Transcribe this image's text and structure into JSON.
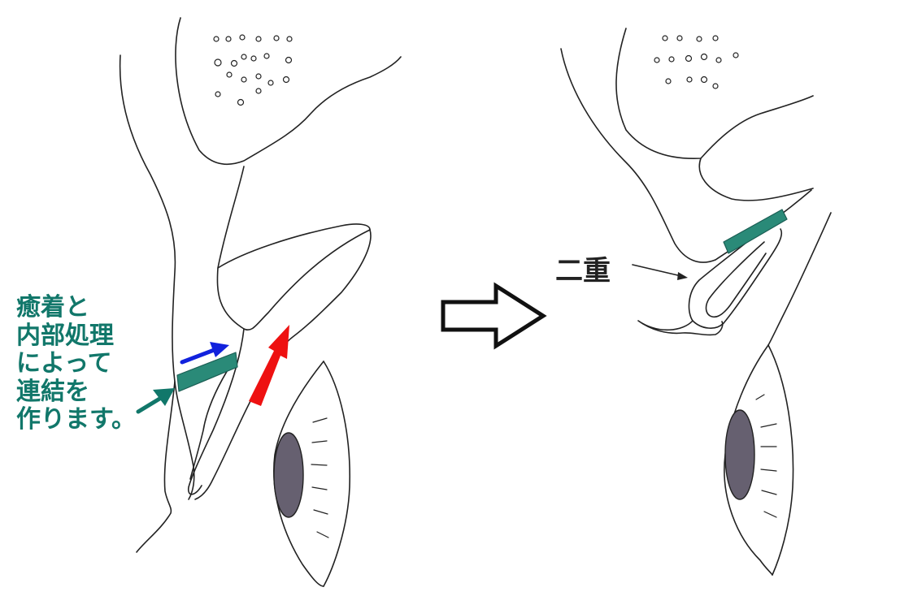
{
  "annotations": {
    "left_caption": [
      "癒着と",
      "内部処理",
      "によって",
      "連結を",
      "作ります。"
    ],
    "right_label": "二重"
  },
  "colors": {
    "caption_text": "#11776a",
    "fixation_band": "#2a8a78",
    "lift_arrow": "#ee1111",
    "blue_arrow": "#1122dd",
    "pointer_arrow": "#11776a",
    "outline": "#222222",
    "iris_fill": "#666070"
  },
  "icons": {
    "transition": "hollow-right-arrow-icon"
  }
}
